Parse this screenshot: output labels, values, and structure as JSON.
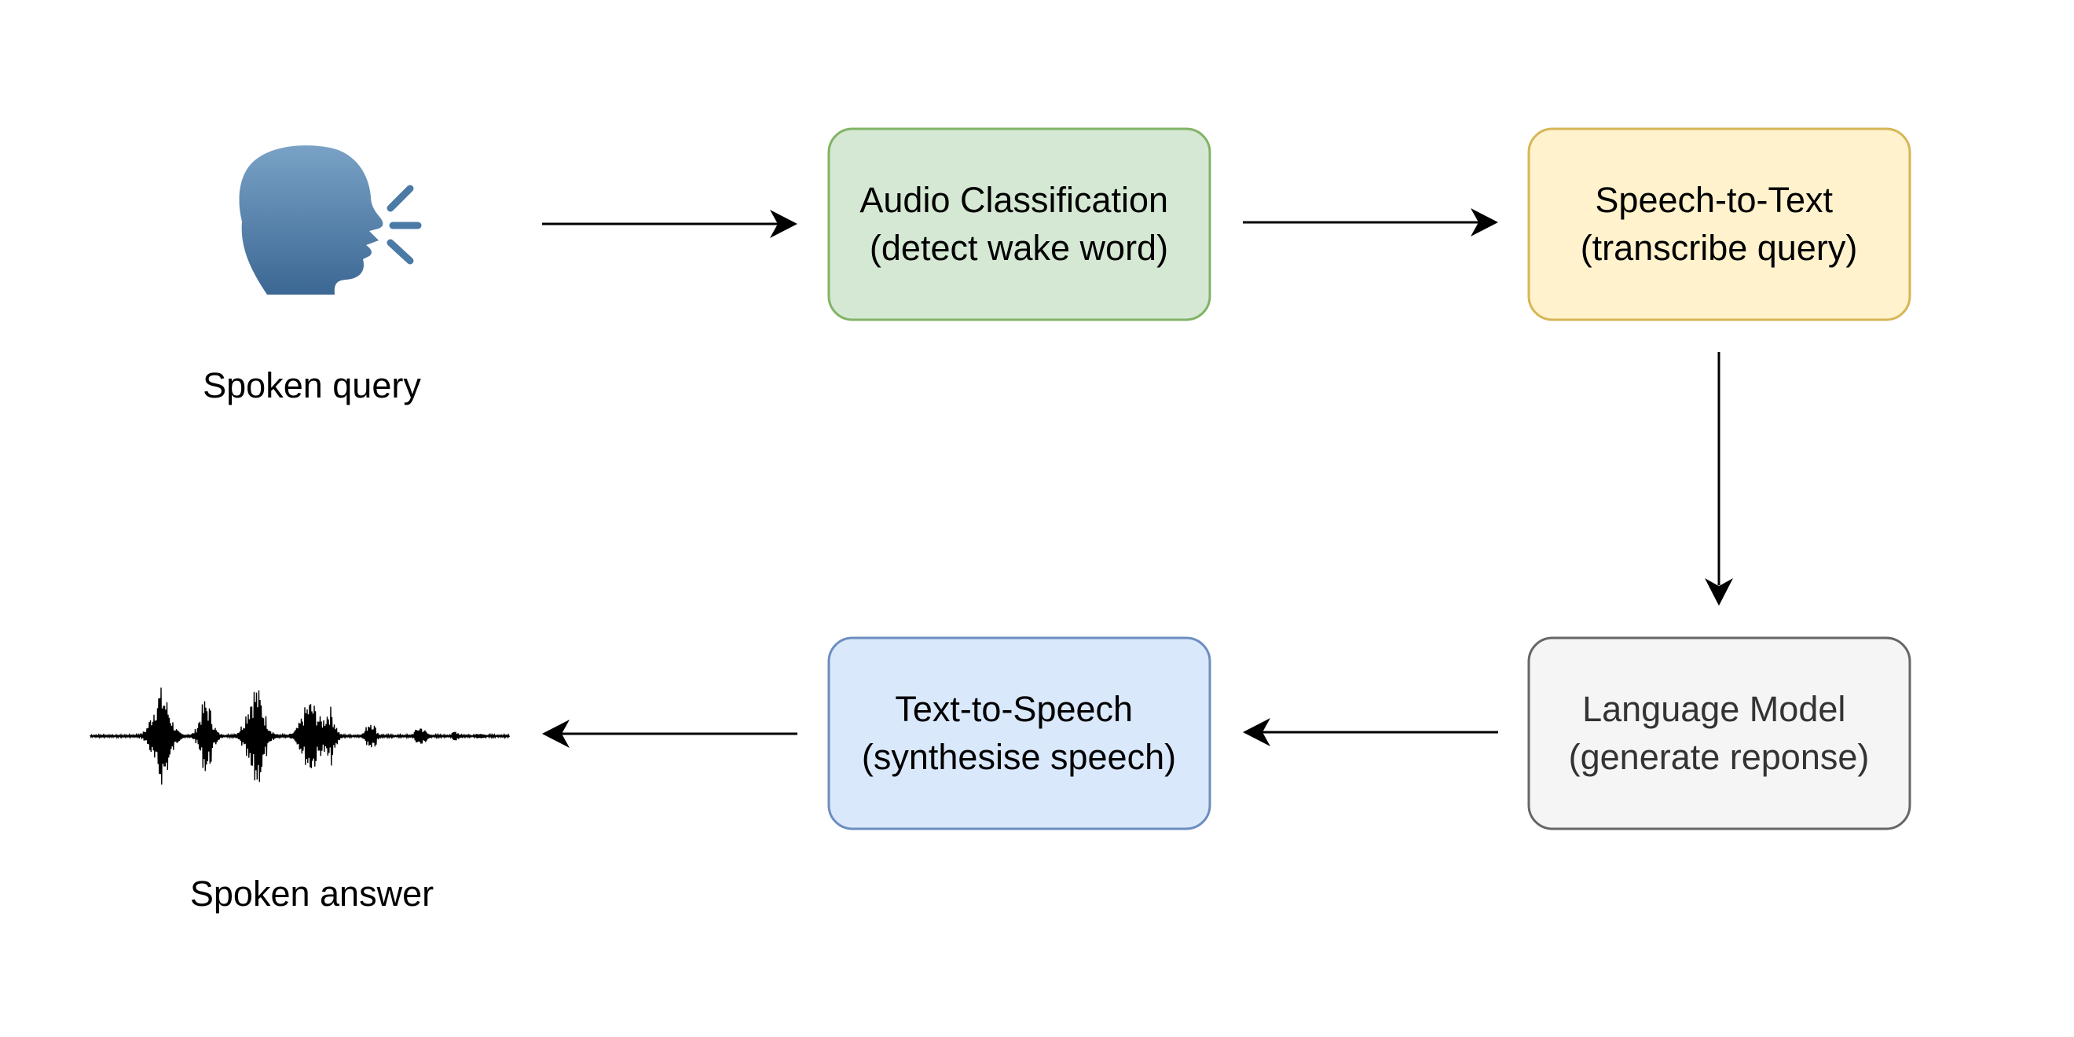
{
  "diagram": {
    "nodes": {
      "audio_classification": {
        "line1": "Audio Classification",
        "line2": "(detect wake word)",
        "fill": "#d5e8d4",
        "stroke": "#82b366",
        "text_color": "#000000"
      },
      "speech_to_text": {
        "line1": "Speech-to-Text",
        "line2": "(transcribe query)",
        "fill": "#fff2cc",
        "stroke": "#d6b656",
        "text_color": "#000000"
      },
      "language_model": {
        "line1": "Language Model",
        "line2": "(generate reponse)",
        "fill": "#f5f5f5",
        "stroke": "#666666",
        "text_color": "#333333"
      },
      "text_to_speech": {
        "line1": "Text-to-Speech",
        "line2": "(synthesise speech)",
        "fill": "#dae8fc",
        "stroke": "#6c8ebf",
        "text_color": "#000000"
      }
    },
    "input": {
      "caption": "Spoken query",
      "icon": "speaking-head-icon",
      "icon_color": "#4a7aa5"
    },
    "output": {
      "caption": "Spoken answer",
      "icon": "waveform-icon"
    },
    "edges": [
      {
        "from": "input",
        "to": "audio_classification"
      },
      {
        "from": "audio_classification",
        "to": "speech_to_text"
      },
      {
        "from": "speech_to_text",
        "to": "language_model"
      },
      {
        "from": "language_model",
        "to": "text_to_speech"
      },
      {
        "from": "text_to_speech",
        "to": "output"
      }
    ],
    "arrow_color": "#000000"
  }
}
